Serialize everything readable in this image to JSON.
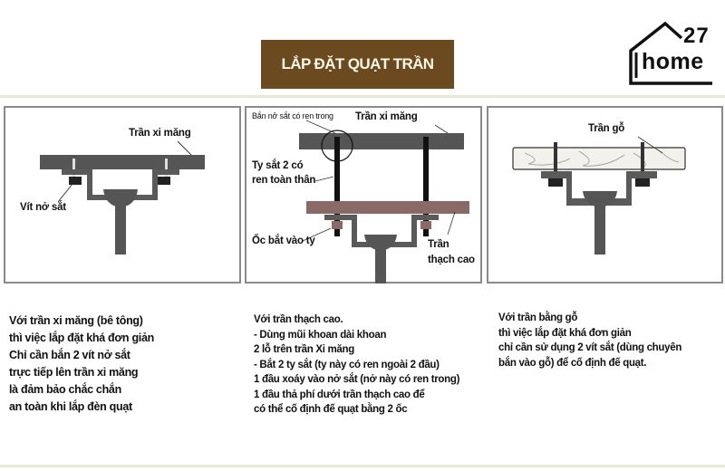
{
  "header": {
    "title": "LẮP ĐẶT QUẠT TRẦN",
    "logo": {
      "number": "27",
      "word": "home",
      "icon": "house-outline-icon"
    }
  },
  "colors": {
    "title_bg": "#6b4a1f",
    "title_text": "#fbf6ea",
    "separator": "#ece8d8",
    "panel_border": "#8a8a8a",
    "concrete": "#555555",
    "gypsum": "#8a6a66",
    "bracket": "#5a5a5a",
    "rod": "#111111",
    "wood": "#f3f1ec"
  },
  "panels": [
    {
      "id": "concrete-ceiling",
      "labels": {
        "ceiling": "Trần xi măng",
        "anchor": "Vít nở sắt"
      },
      "description": [
        "Với trần xi măng (bê tông)",
        "thì việc lắp đặt khá đơn giản",
        "Chỉ cần bắn 2 vít nở sắt",
        "trực tiếp lên trần xi măng",
        "là đảm bảo chắc chắn",
        "an toàn khi lắp đèn quạt"
      ]
    },
    {
      "id": "gypsum-ceiling",
      "labels": {
        "anchor": "Bắn nở sắt có ren trong",
        "ceiling": "Trần xi măng",
        "rod_line1": "Ty sắt 2 có",
        "rod_line2": "ren toàn thân",
        "nut": "Ốc bắt vào ty",
        "gypsum_line1": "Trần",
        "gypsum_line2": "thạch cao"
      },
      "description": [
        "Với trần thạch cao.",
        "- Dùng mũi khoan dài khoan",
        "2 lỗ trên trần Xi măng",
        "- Bắt 2 ty sắt (ty này có ren ngoài 2 đầu)",
        "1 đầu xoáy vào nở sắt (nở này có ren trong)",
        "1 đầu thả phí dưới trần thạch cao để",
        "có thể cố định đế quạt bằng 2 ốc"
      ]
    },
    {
      "id": "wood-ceiling",
      "labels": {
        "ceiling": "Trần gỗ"
      },
      "description": [
        "Với trần bằng gỗ",
        "thì việc lắp đặt khá đơn giản",
        "chỉ cần sử dụng 2 vít sắt (dùng chuyên",
        "bắn vào gỗ) để cố định đế quạt."
      ]
    }
  ]
}
